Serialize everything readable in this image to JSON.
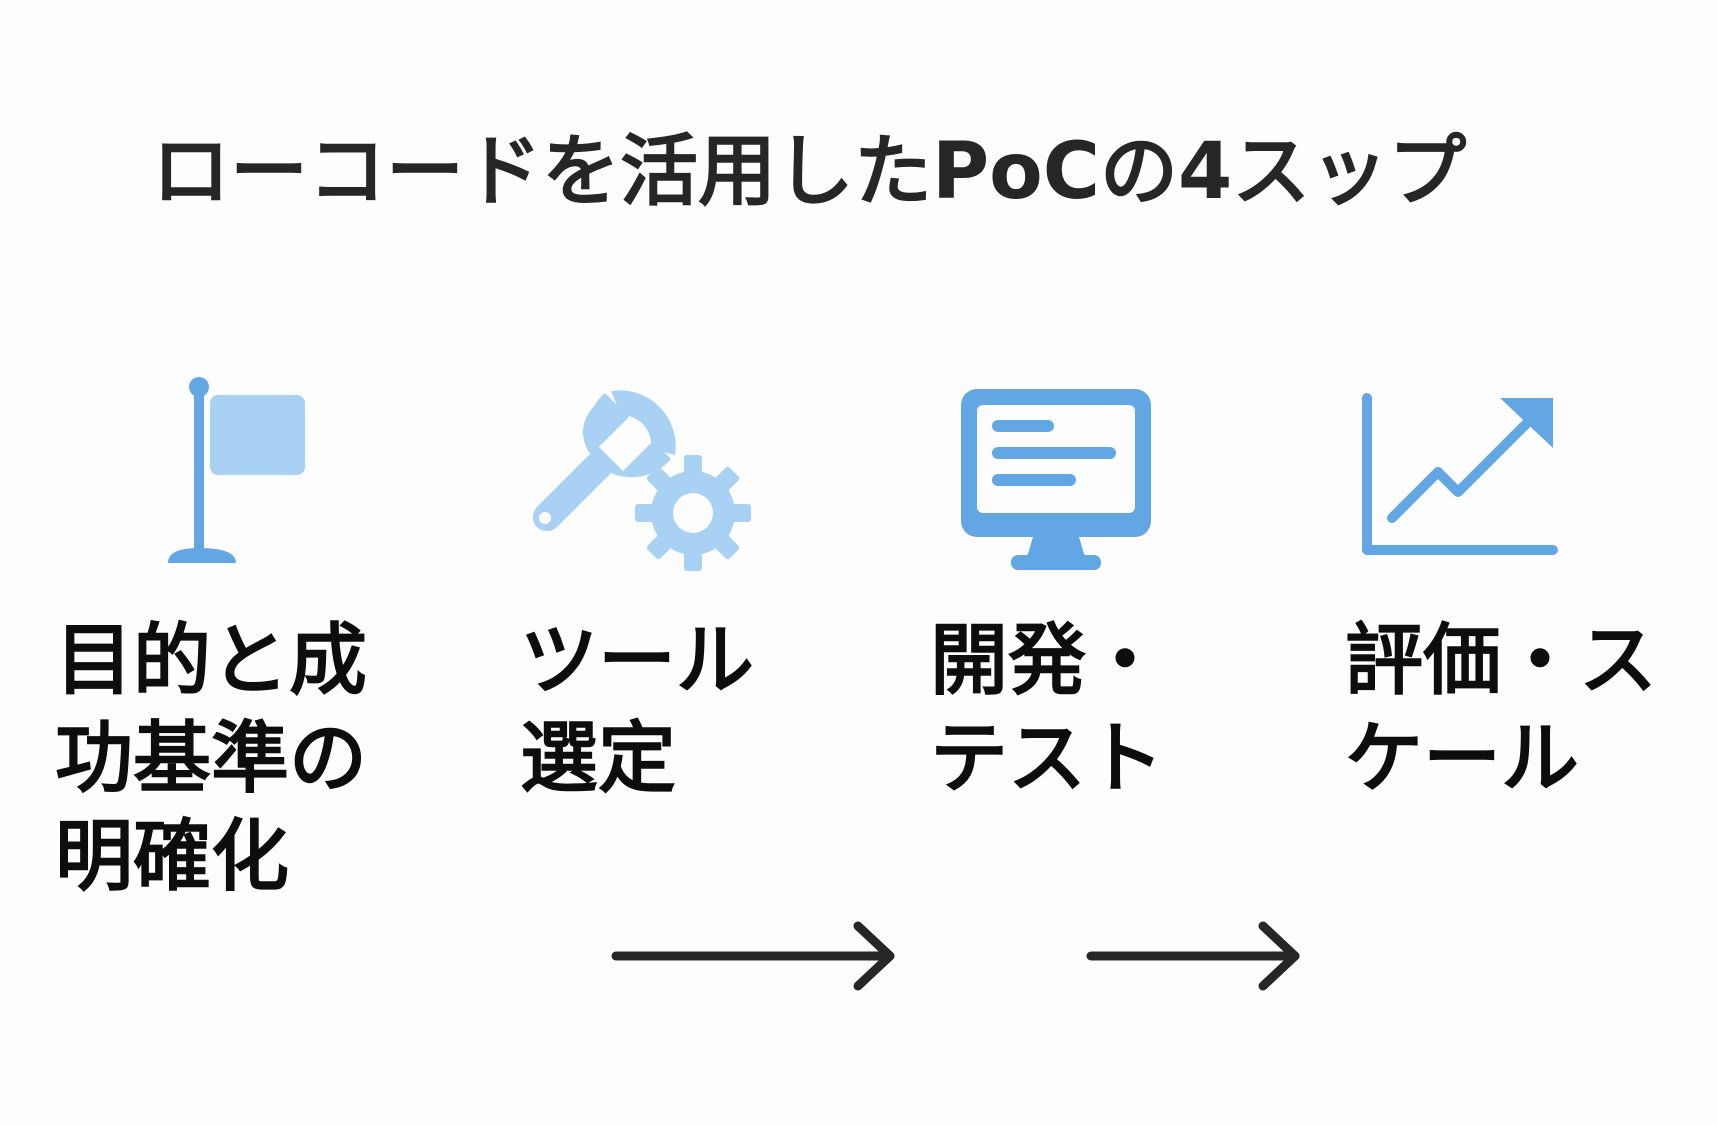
{
  "title": "ローコードを活用したPoCの4スップ",
  "steps": [
    {
      "label": "目的と成\n功基準の\n明確化",
      "icon": "flag-icon"
    },
    {
      "label": "ツール\n選定",
      "icon": "wrench-gear-icon"
    },
    {
      "label": "開発・\nテスト",
      "icon": "monitor-icon"
    },
    {
      "label": "評価・ス\nケール",
      "icon": "growth-chart-icon"
    }
  ],
  "colors": {
    "light_blue": "#a9d1f3",
    "blue": "#62a7e4",
    "text": "#0d0d0d",
    "arrow": "#262626"
  }
}
